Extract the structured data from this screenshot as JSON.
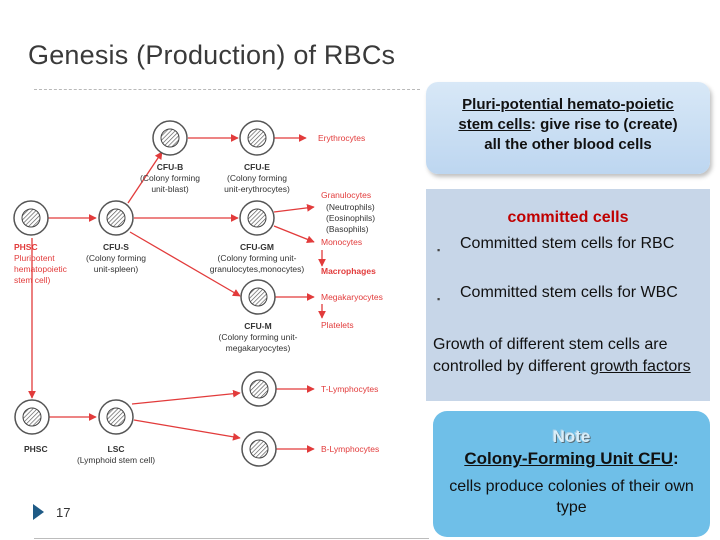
{
  "page_title": "Genesis (Production) of RBCs",
  "diagram": {
    "erythrocytes": "Erythrocytes",
    "cfu_b": [
      "CFU-B",
      "(Colony forming",
      "unit-blast)"
    ],
    "cfu_e": [
      "CFU-E",
      "(Colony forming",
      "unit-erythrocytes)"
    ],
    "granulocytes": [
      "Granulocytes",
      "(Neutrophils)",
      "(Eosinophils)",
      "(Basophils)"
    ],
    "monocytes": "Monocytes",
    "macrophages": "Macrophages",
    "phsc_top": [
      "PHSC",
      "Pluripotent",
      "hematopoietic",
      "stem cell)"
    ],
    "cfu_s": [
      "CFU-S",
      "(Colony forming",
      "unit-spleen)"
    ],
    "cfu_gm": [
      "CFU-GM",
      "(Colony forming unit-",
      "granulocytes,monocytes)"
    ],
    "megakaryocytes": "Megakaryocytes",
    "platelets": "Platelets",
    "cfu_m": [
      "CFU-M",
      "(Colony forming unit-",
      "megakaryocytes)"
    ],
    "t_lymphocytes": "T-Lymphocytes",
    "b_lymphocytes": "B-Lymphocytes",
    "phsc_bottom": "PHSC",
    "lsc": [
      "LSC",
      "(Lymphoid stem cell)"
    ]
  },
  "box1": {
    "term_line1": "Pluri-potential hemato-poietic",
    "term_stem_cells": "stem cells",
    "after_term": ": give rise to (create)",
    "line3": "all the other blood cells"
  },
  "box2": {
    "heading": "committed cells",
    "bullet_glyph": "▪",
    "item1": "Committed stem cells for RBC",
    "item2": " Committed stem cells for WBC",
    "growth_text": "Growth of different stem cells are controlled by different ",
    "growth_factors": "growth factors"
  },
  "box3": {
    "note": "Note",
    "cfu_term": "Colony-Forming Unit CFU",
    "colon": ":",
    "description": "cells produce colonies of their own type"
  },
  "footer": {
    "page_number": "17"
  },
  "colors": {
    "accent_red": "#e23b3b",
    "box_blue": "#bdd6f0",
    "note_blue": "#6fbfe8",
    "bullet_blue": "#1f5b86"
  }
}
